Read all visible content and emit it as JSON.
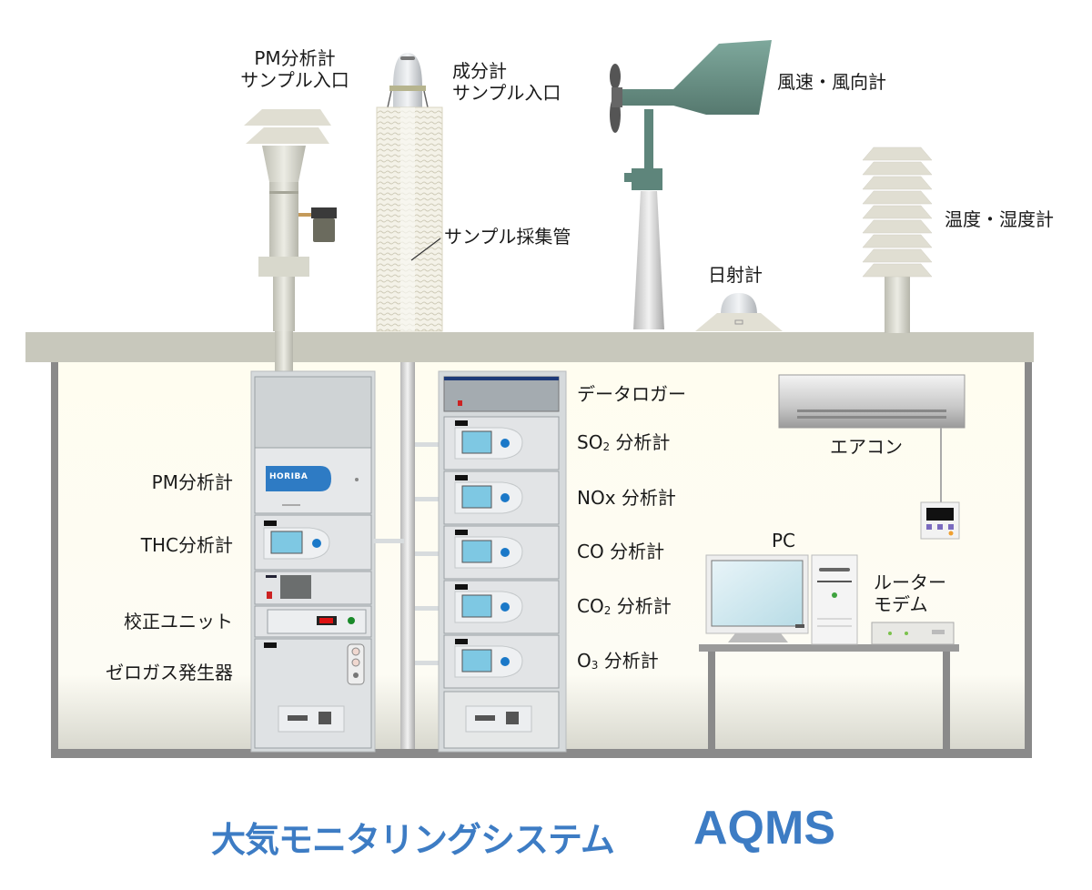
{
  "labels": {
    "pm_inlet_line1": "PM分析計",
    "pm_inlet_line2": "サンプル入口",
    "component_inlet_line1": "成分計",
    "component_inlet_line2": "サンプル入口",
    "sample_tube": "サンプル採集管",
    "wind": "風速・風向計",
    "solar": "日射計",
    "temp_humidity": "温度・湿度計",
    "pm_analyzer": "PM分析計",
    "thc_analyzer": "THC分析計",
    "calibration_unit": "校正ユニット",
    "zero_gas_generator": "ゼロガス発生器",
    "data_logger": "データロガー",
    "so2_prefix": "SO",
    "so2_sub": "2",
    "so2_suffix": " 分析計",
    "nox": "NOx 分析計",
    "co": "CO 分析計",
    "co2_prefix": "CO",
    "co2_sub": "2",
    "co2_suffix": " 分析計",
    "o3_prefix": "O",
    "o3_sub": "3",
    "o3_suffix": " 分析計",
    "aircon": "エアコン",
    "pc": "PC",
    "router_line1": "ルーター",
    "router_line2": "モデム"
  },
  "brand_logo": "HORIBA",
  "title": {
    "japanese": "大気モニタリングシステム",
    "english": "AQMS"
  },
  "colors": {
    "title_blue": "#3d7cc4",
    "roof": "#c8c8bc",
    "interior": "#fffdf0",
    "wall": "#8a8a8a",
    "screen_blue": "#7ec8e3",
    "button_blue": "#1a78c8",
    "wind_vane": "#5e857b"
  }
}
